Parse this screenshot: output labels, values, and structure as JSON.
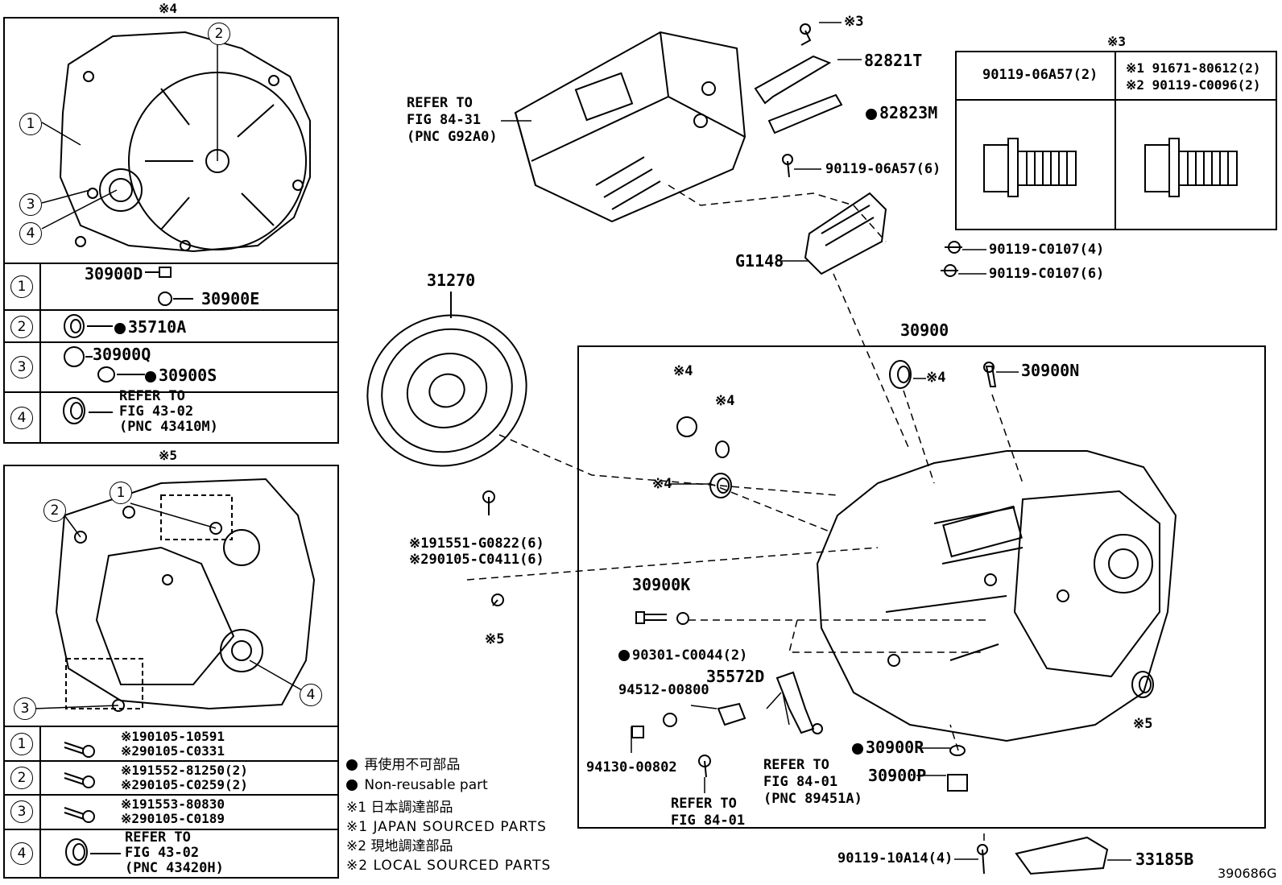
{
  "figure_id": "390686G",
  "frame_marks": {
    "top_left_title": "※4",
    "bottom_left_title": "※5",
    "top_right_title": "※3"
  },
  "panel_4": {
    "callouts": [
      "1",
      "2",
      "3",
      "4"
    ],
    "rows": [
      {
        "num": "1",
        "lines": [
          "30900D",
          "30900E"
        ]
      },
      {
        "num": "2",
        "lines": [
          "35710A"
        ]
      },
      {
        "num": "3",
        "lines": [
          "30900Q",
          "30900S"
        ]
      },
      {
        "num": "4",
        "lines": [
          "REFER TO",
          "FIG 43-02",
          "(PNC 43410M)"
        ]
      }
    ]
  },
  "panel_5": {
    "callouts": [
      "1",
      "2",
      "3",
      "4"
    ],
    "rows": [
      {
        "num": "1",
        "lines": [
          "※190105-10591",
          "※290105-C0331"
        ]
      },
      {
        "num": "2",
        "lines": [
          "※191552-81250(2)",
          "※290105-C0259(2)"
        ]
      },
      {
        "num": "3",
        "lines": [
          "※191553-80830",
          "※290105-C0189"
        ]
      },
      {
        "num": "4",
        "lines": [
          "REFER TO",
          "FIG 43-02",
          "(PNC 43420H)"
        ]
      }
    ]
  },
  "panel_3": {
    "col1": "90119-06A57(2)",
    "col2_line1": "※1 91671-80612(2)",
    "col2_line2": "※2 90119-C0096(2)"
  },
  "legend": {
    "jp_nonreusable": "再使用不可部品",
    "nonreusable": "Non-reusable part",
    "jp_japan": "※1 日本調達部品",
    "japan": "※1 JAPAN SOURCED PARTS",
    "jp_local": "※2 現地調達部品",
    "local": "※2 LOCAL SOURCED PARTS"
  },
  "labels": {
    "refer_8431_a": "REFER TO",
    "refer_8431_b": "FIG 84-31",
    "refer_8431_c": "(PNC G92A0)",
    "p82821t": "82821T",
    "p82823m": "82823M",
    "p9011906a57_6": "90119-06A57(6)",
    "star3_top": "※3",
    "g1148": "G1148",
    "p90119c0107_4": "90119-C0107(4)",
    "p90119c0107_6": "90119-C0107(6)",
    "p31270": "31270",
    "p30900": "30900",
    "star4_a": "※4",
    "star4_b": "※4",
    "star4_c": "※4",
    "star4_d": "※4",
    "p30900n": "30900N",
    "bolt1": "※191551-G0822(6)",
    "bolt2": "※290105-C0411(6)",
    "star5_a": "※5",
    "star5_b": "※5",
    "p30900k": "30900K",
    "p90301": "90301-C0044(2)",
    "p35572d": "35572D",
    "p94512": "94512-00800",
    "p94130": "94130-00802",
    "refer_8401_a1": "REFER TO",
    "refer_8401_a2": "FIG 84-01",
    "refer_8401_b1": "REFER TO",
    "refer_8401_b2": "FIG 84-01",
    "refer_8401_b3": "(PNC 89451A)",
    "p30900r": "30900R",
    "p30900p": "30900P",
    "p9011910a14": "90119-10A14(4)",
    "p33185b": "33185B"
  }
}
